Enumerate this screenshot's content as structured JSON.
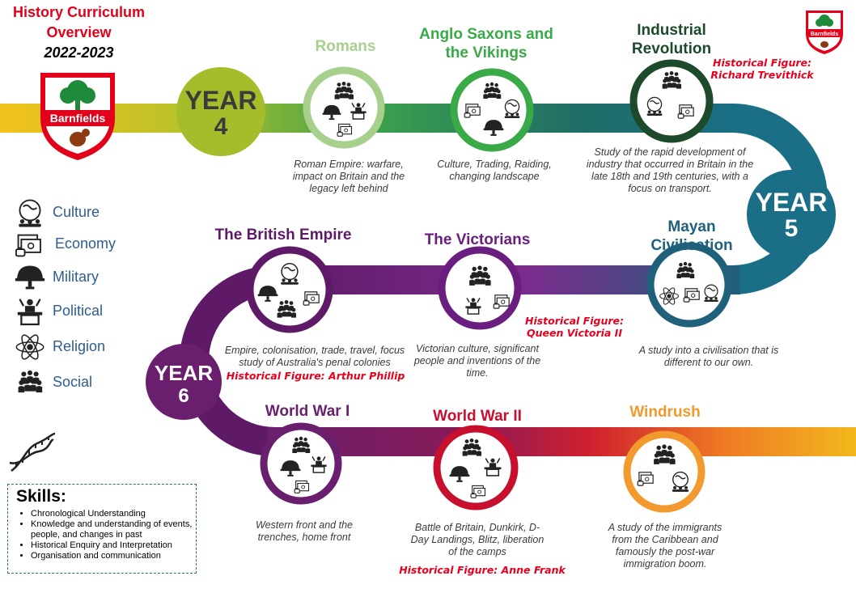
{
  "header": {
    "line1": "History Curriculum",
    "line2": "Overview",
    "year": "2022-2023"
  },
  "school": {
    "name": "Barnfields",
    "colors": {
      "red": "#e2001a",
      "green": "#1f8b3a"
    }
  },
  "years": [
    {
      "label": "YEAR",
      "number": "4",
      "color": "#a5bd2b"
    },
    {
      "label": "YEAR",
      "number": "5",
      "color": "#1a6e85"
    },
    {
      "label": "YEAR",
      "number": "6",
      "color": "#6a1f6e"
    }
  ],
  "topics": [
    {
      "id": "romans",
      "title": "Romans",
      "color": "#a8d08d",
      "description": "Roman Empire: warfare, impact on Britain and the legacy left behind",
      "figure": ""
    },
    {
      "id": "anglo",
      "title": "Anglo Saxons and the Vikings",
      "color": "#3aaa48",
      "description": "Culture, Trading, Raiding, changing landscape",
      "figure": ""
    },
    {
      "id": "industrial",
      "title": "Industrial Revolution",
      "color": "#1c4a2a",
      "description": "Study of the rapid development of industry that occurred in Britain in the late 18th and 19th centuries, with a focus on transport.",
      "figure": "Historical Figure: Richard Trevithick"
    },
    {
      "id": "mayan",
      "title": "Mayan Civilisation",
      "color": "#1f607a",
      "description": "A study into a civilisation that is different to our own.",
      "figure": ""
    },
    {
      "id": "victorians",
      "title": "The Victorians",
      "color": "#6a1f80",
      "description": "Victorian culture, significant people and inventions of the time.",
      "figure": "Historical Figure: Queen Victoria II"
    },
    {
      "id": "empire",
      "title": "The British Empire",
      "color": "#5e1a66",
      "description": "Empire, colonisation, trade, travel, focus study of Australia's penal colonies",
      "figure": "Historical Figure: Arthur Phillip"
    },
    {
      "id": "ww1",
      "title": "World War I",
      "color": "#6a1f6e",
      "description": "Western front and the trenches, home front",
      "figure": ""
    },
    {
      "id": "ww2",
      "title": "World War II",
      "color": "#c8102e",
      "description": "Battle of Britain, Dunkirk, D-Day Landings, Blitz, liberation of the camps",
      "figure": "Historical Figure: Anne Frank"
    },
    {
      "id": "windrush",
      "title": "Windrush",
      "color": "#f29a2e",
      "description": "A study of the immigrants from the Caribbean and famously the post-war immigration boom.",
      "figure": ""
    }
  ],
  "key": [
    {
      "label": "Culture",
      "icon": "globe-people-icon"
    },
    {
      "label": "Economy",
      "icon": "banknotes-icon"
    },
    {
      "label": "Military",
      "icon": "soldier-helmet-icon"
    },
    {
      "label": "Political",
      "icon": "speaker-podium-icon"
    },
    {
      "label": "Religion",
      "icon": "atom-icon"
    },
    {
      "label": "Social",
      "icon": "crowd-icon"
    }
  ],
  "skills": {
    "title": "Skills:",
    "items": [
      "Chronological Understanding",
      "Knowledge and understanding of events, people, and changes in past",
      "Historical Enquiry and Interpretation",
      "Organisation and communication"
    ]
  },
  "decor": {
    "dna": "dna-icon"
  }
}
